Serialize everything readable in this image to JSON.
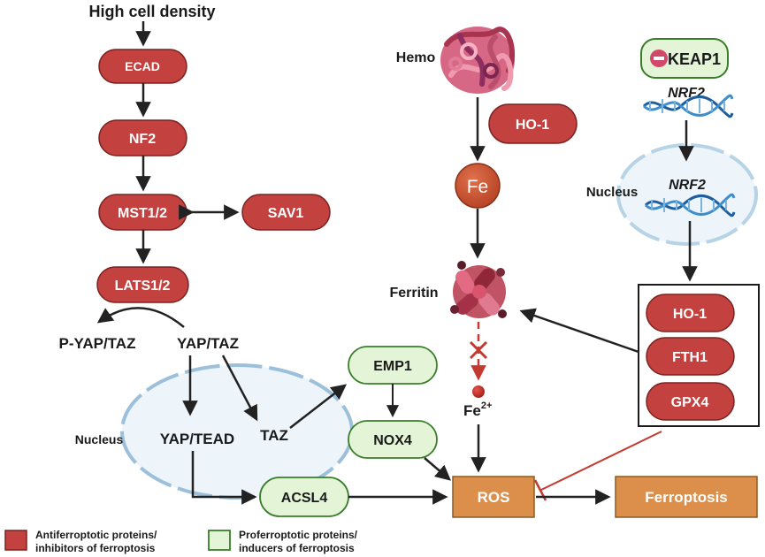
{
  "left_pathway": {
    "trigger": "High cell density",
    "ecad": "ECAD",
    "nf2": "NF2",
    "mst": "MST1/2",
    "sav": "SAV1",
    "lats": "LATS1/2",
    "pyap": "P-YAP/TAZ",
    "yap": "YAP/TAZ",
    "nucleus": "Nucleus",
    "yap_tead": "YAP/TEAD",
    "taz": "TAZ",
    "emp1": "EMP1",
    "nox4": "NOX4",
    "acsl4": "ACSL4"
  },
  "middle_pathway": {
    "hemo": "Hemo",
    "ho1": "HO-1",
    "fe": "Fe",
    "ferritin": "Ferritin",
    "fe2_base": "Fe",
    "fe2_sup": "2+"
  },
  "right_pathway": {
    "keap1": "KEAP1",
    "nrf2_top": "NRF2",
    "nucleus": "Nucleus",
    "nrf2_nuc": "NRF2",
    "ho1": "HO-1",
    "fth1": "FTH1",
    "gpx4": "GPX4"
  },
  "outputs": {
    "ros": "ROS",
    "ferroptosis": "Ferroptosis"
  },
  "legend": {
    "anti_line1": "Antiferroptotic proteins/",
    "anti_line2": "inhibitors of ferroptosis",
    "pro_line1": "Proferroptotic proteins/",
    "pro_line2": "inducers of ferroptosis"
  },
  "colors": {
    "anti_fill": "#c3413f",
    "anti_stroke": "#7a2321",
    "pro_fill": "#e3f5d6",
    "pro_stroke": "#3a7d2a",
    "output_fill": "#dc8f4a",
    "output_stroke": "#8c5a25",
    "fe_fill": "#cc5230",
    "inhibit_line": "#c23a30",
    "arrow": "#222222",
    "nucleus_fill": "#edf4fa",
    "nucleus_stroke": "#9cc0da"
  }
}
